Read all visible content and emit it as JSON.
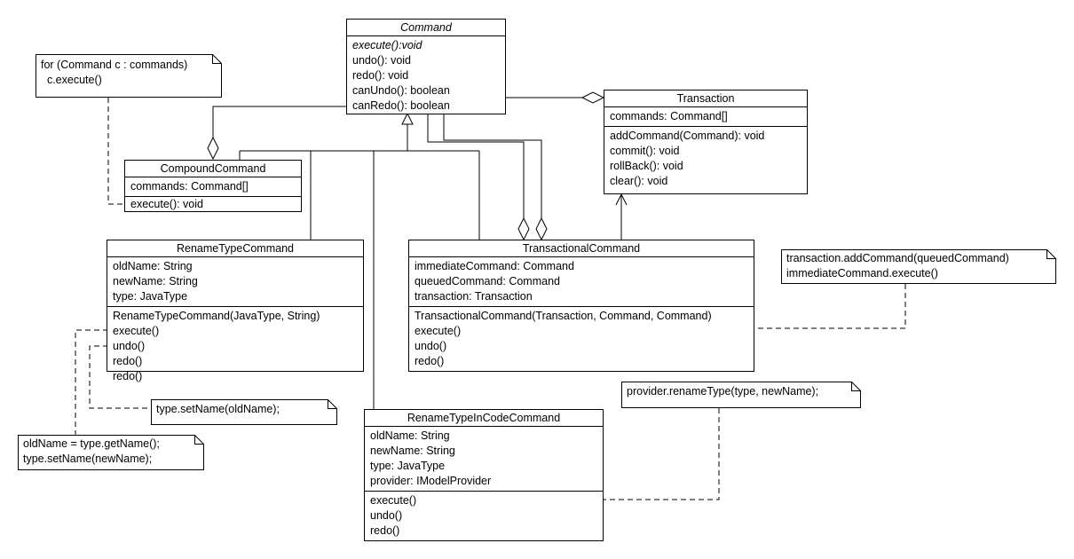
{
  "classes": {
    "command": {
      "name": "Command",
      "operations": [
        "execute():void",
        "undo(): void",
        "redo(): void",
        "canUndo(): boolean",
        "canRedo(): boolean"
      ]
    },
    "transaction": {
      "name": "Transaction",
      "attributes": [
        "commands: Command[]"
      ],
      "operations": [
        "addCommand(Command): void",
        "commit(): void",
        "rollBack(): void",
        "clear(): void"
      ]
    },
    "compound_command": {
      "name": "CompoundCommand",
      "attributes": [
        "commands: Command[]"
      ],
      "operations": [
        "execute(): void"
      ]
    },
    "rename_type_command": {
      "name": "RenameTypeCommand",
      "attributes": [
        "oldName: String",
        "newName: String",
        "type: JavaType"
      ],
      "operations": [
        "RenameTypeCommand(JavaType, String)",
        "execute()",
        "undo()",
        "redo()",
        "redo()"
      ]
    },
    "transactional_command": {
      "name": "TransactionalCommand",
      "attributes": [
        "immediateCommand: Command",
        "queuedCommand: Command",
        "transaction: Transaction"
      ],
      "operations": [
        "TransactionalCommand(Transaction, Command, Command)",
        "execute()",
        "undo()",
        "redo()"
      ]
    },
    "rename_type_in_code_command": {
      "name": "RenameTypeInCodeCommand",
      "attributes": [
        "oldName: String",
        "newName: String",
        "type: JavaType",
        "provider: IModelProvider"
      ],
      "operations": [
        "execute()",
        "undo()",
        "redo()"
      ]
    }
  },
  "notes": {
    "compound_execute": [
      "for (Command c : commands)",
      "  c.execute()"
    ],
    "transactional_execute": [
      "transaction.addCommand(queuedCommand)",
      "immediateCommand.execute()"
    ],
    "rename_undo": [
      "type.setName(oldName);"
    ],
    "rename_execute": [
      "oldName = type.getName();",
      "type.setName(newName);"
    ],
    "provider_rename": [
      "provider.renameType(type, newName);"
    ]
  }
}
